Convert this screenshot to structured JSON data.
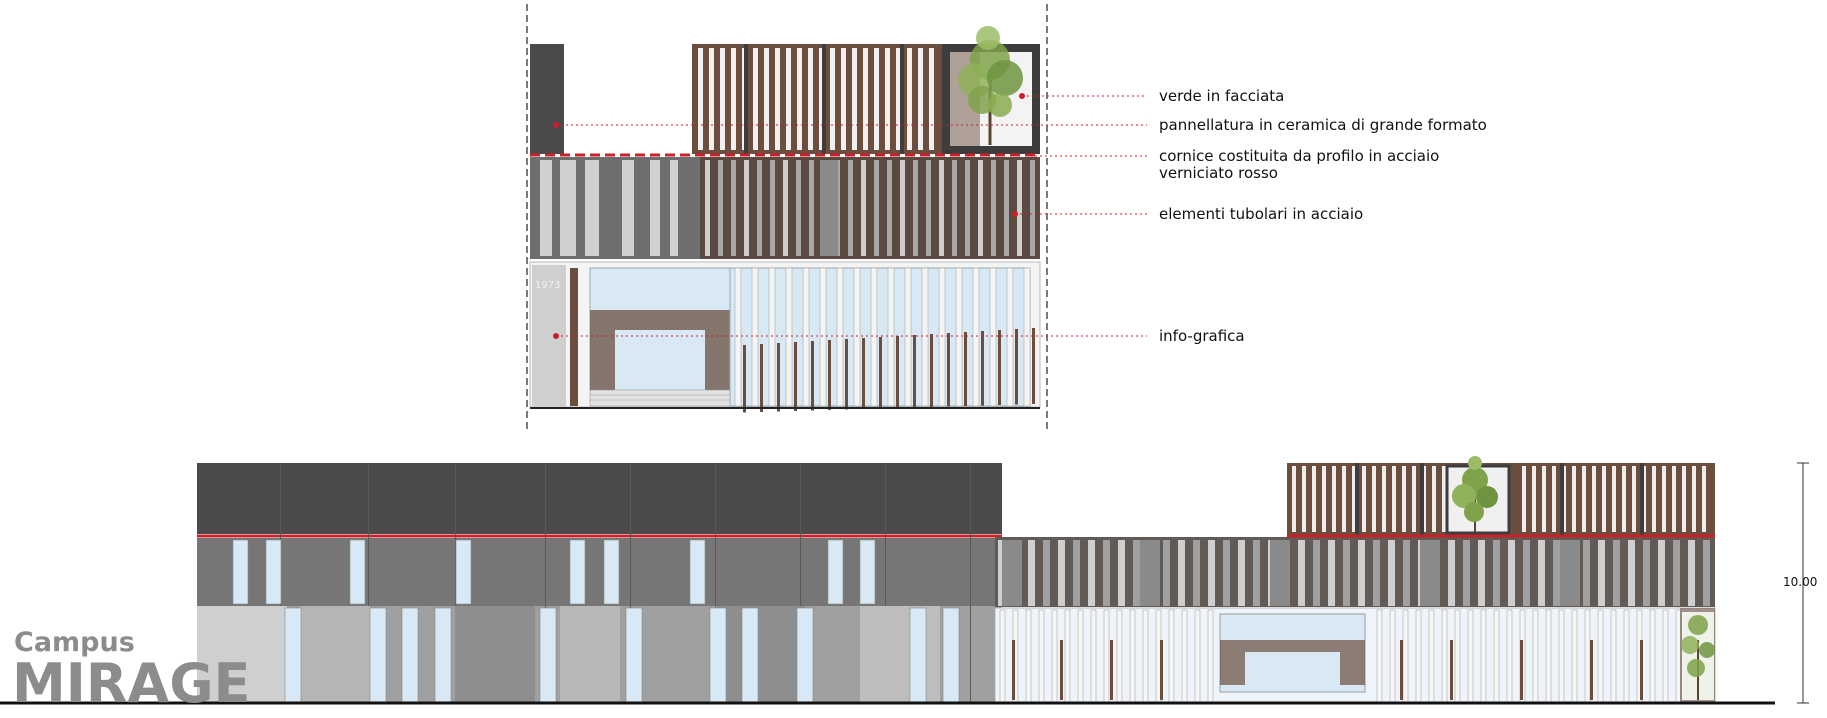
{
  "annotations": [
    {
      "id": "verde",
      "lines": [
        "verde in facciata"
      ]
    },
    {
      "id": "pannellatura",
      "lines": [
        "pannellatura in ceramica di grande formato"
      ]
    },
    {
      "id": "cornice",
      "lines": [
        "cornice costituita da profilo in acciaio",
        "verniciato rosso"
      ]
    },
    {
      "id": "tubolari",
      "lines": [
        "elementi tubolari in acciaio"
      ]
    },
    {
      "id": "infografica",
      "lines": [
        "info-grafica"
      ]
    }
  ],
  "detail_year": "1973",
  "dimension_label": "10.00",
  "brand": {
    "line1": "Campus",
    "line2": "MIRAGE"
  },
  "colors": {
    "annotation_red": "#cc1f2a",
    "dark_panel": "#4a4a4a",
    "mid_panel": "#767676",
    "light_panel": "#cfcfcf",
    "wood": "#6b4e3d",
    "glass": "#d8e9f5",
    "tree": "#7fa24a"
  }
}
